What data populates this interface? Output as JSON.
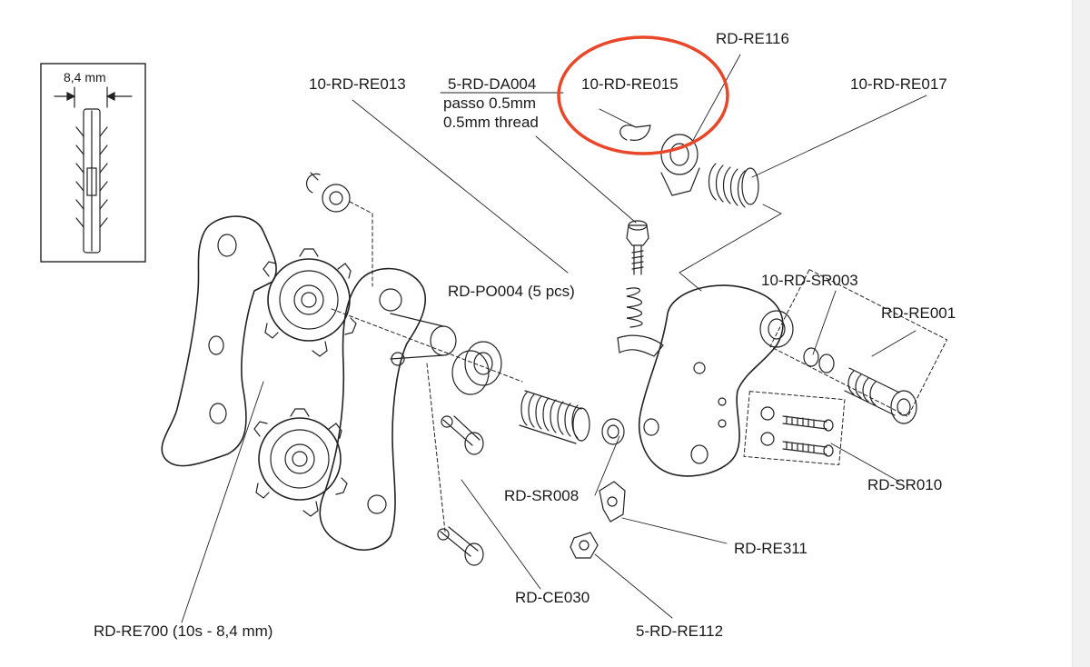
{
  "labels": {
    "inset_width": "8,4 mm",
    "re013": "10-RD-RE013",
    "da004": "5-RD-DA004",
    "passo": "passo 0.5mm",
    "thread": "0.5mm thread",
    "re015": "10-RD-RE015",
    "re116": "RD-RE116",
    "re017": "10-RD-RE017",
    "po004": "RD-PO004 (5 pcs)",
    "sr003": "10-RD-SR003",
    "re001": "RD-RE001",
    "sr010": "RD-SR010",
    "sr008": "RD-SR008",
    "re311": "RD-RE311",
    "ce030": "RD-CE030",
    "re700": "RD-RE700 (10s - 8,4 mm)",
    "re112": "5-RD-RE112"
  },
  "colors": {
    "highlight_circle": "#e8472a",
    "line_art": "#222222",
    "scrollbar_track": "#f1f1f1"
  }
}
